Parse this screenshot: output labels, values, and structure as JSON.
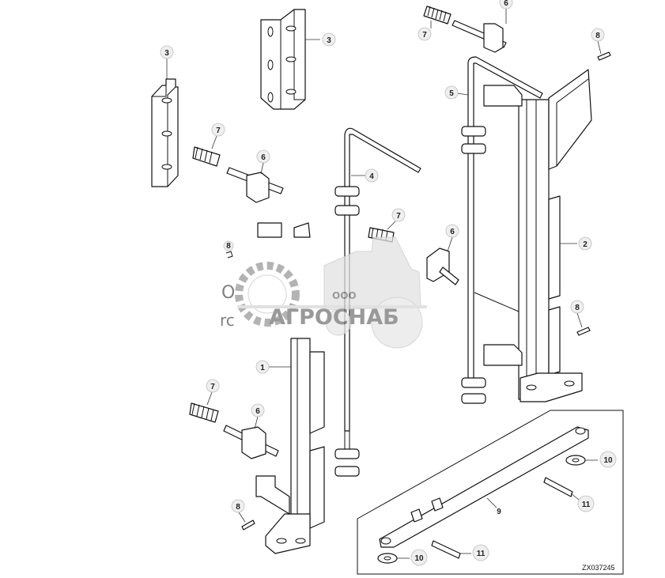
{
  "diagram": {
    "figure_code": "ZX037245",
    "callouts": {
      "c1": "1",
      "c2": "2",
      "c3a": "3",
      "c3b": "3",
      "c4": "4",
      "c5": "5",
      "c6a": "6",
      "c6b": "6",
      "c6c": "6",
      "c6d": "6",
      "c7a": "7",
      "c7b": "7",
      "c7c": "7",
      "c7d": "7",
      "c8a": "8",
      "c8b": "8",
      "c8c": "8",
      "c8d": "8",
      "c9": "9",
      "c10a": "10",
      "c10b": "10",
      "c11a": "11",
      "c11b": "11"
    },
    "watermark": {
      "company_prefix": "ООО",
      "company_name": "АГРОСНАБ",
      "behind_a": "O",
      "behind_b": "rc"
    }
  }
}
